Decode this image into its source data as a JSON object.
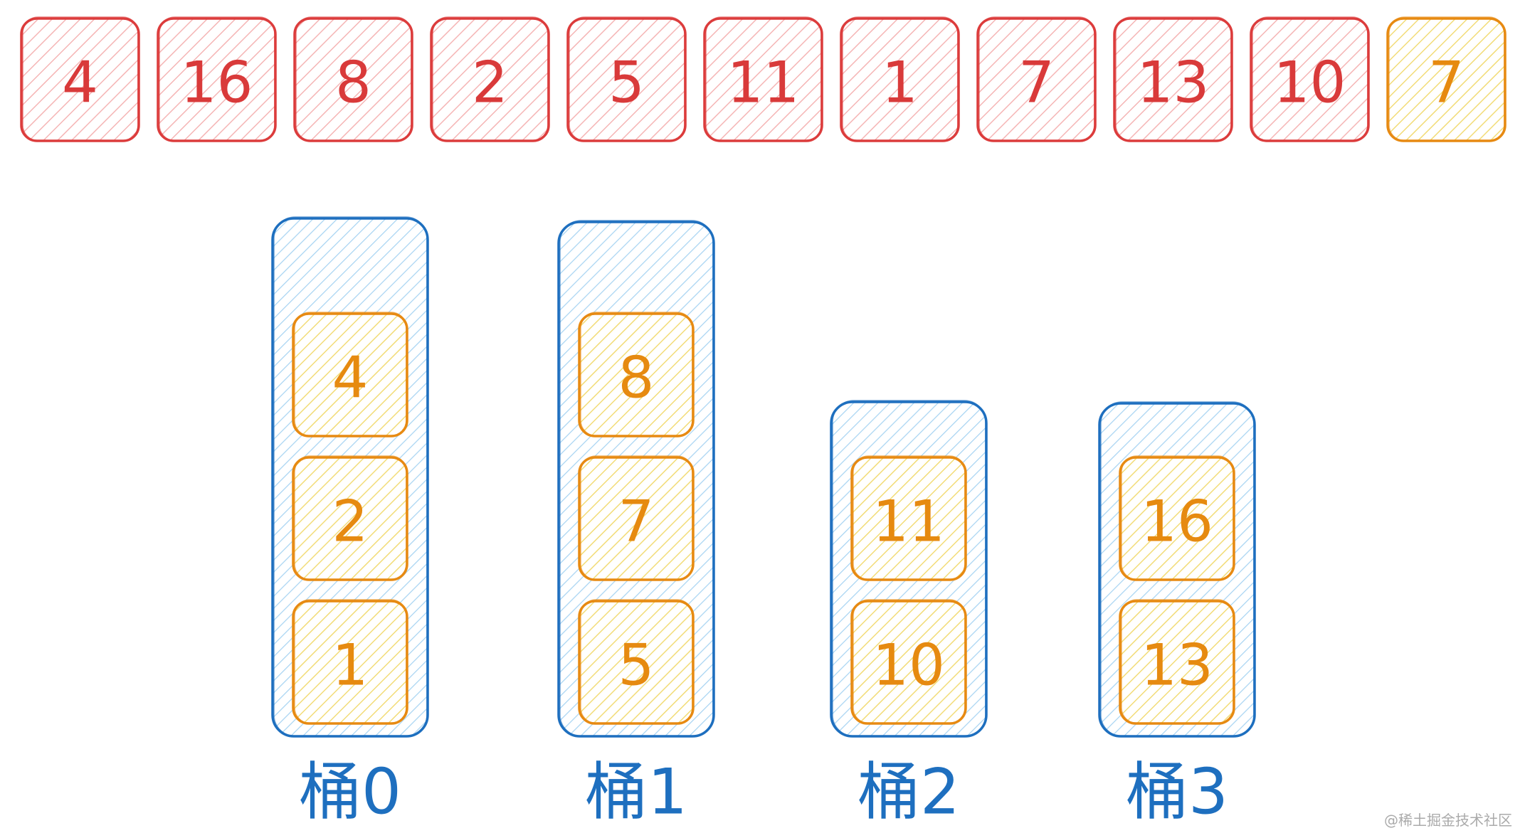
{
  "colors": {
    "red_stroke": "#dc3c3c",
    "red_hatch": "#f5b5b5",
    "red_text": "#d93a3a",
    "orange_stroke": "#e78a12",
    "orange_hatch": "#f2dc78",
    "orange_text": "#e68a10",
    "blue_stroke": "#1e6fbf",
    "blue_hatch": "#a8d4f2"
  },
  "input_array": [
    {
      "value": "4",
      "highlight": false
    },
    {
      "value": "16",
      "highlight": false
    },
    {
      "value": "8",
      "highlight": false
    },
    {
      "value": "2",
      "highlight": false
    },
    {
      "value": "5",
      "highlight": false
    },
    {
      "value": "11",
      "highlight": false
    },
    {
      "value": "1",
      "highlight": false
    },
    {
      "value": "7",
      "highlight": false
    },
    {
      "value": "13",
      "highlight": false
    },
    {
      "value": "10",
      "highlight": false
    },
    {
      "value": "7",
      "highlight": true
    }
  ],
  "buckets": [
    {
      "label": "桶0",
      "items": [
        "4",
        "2",
        "1"
      ]
    },
    {
      "label": "桶1",
      "items": [
        "8",
        "7",
        "5"
      ]
    },
    {
      "label": "桶2",
      "items": [
        "11",
        "10"
      ]
    },
    {
      "label": "桶3",
      "items": [
        "16",
        "13"
      ]
    }
  ],
  "watermark": "@稀土掘金技术社区"
}
